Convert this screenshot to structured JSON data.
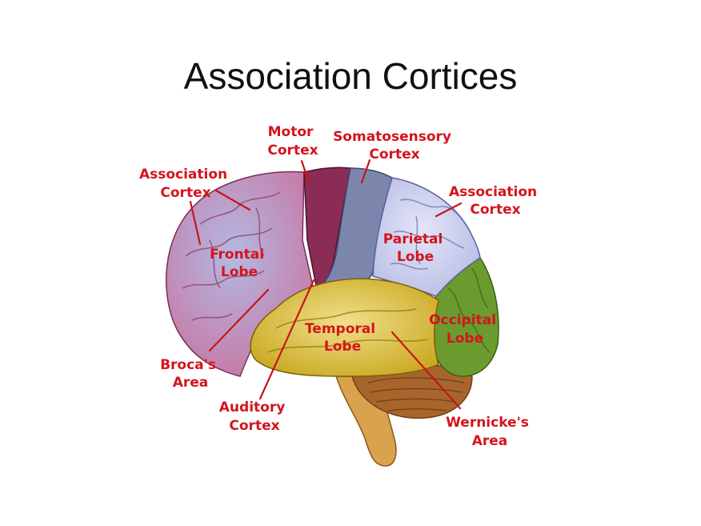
{
  "slide": {
    "title": "Association Cortices"
  },
  "colors": {
    "label": "#d4141c",
    "leader": "#c8141c",
    "frontal": "#c8739f",
    "motor": "#8a2c56",
    "somatosensory": "#7c86ad",
    "parietal": "#b3b9e3",
    "occipital": "#6b9a2e",
    "temporal": "#c7a216",
    "cerebellum": "#a7652c",
    "brainstem": "#d9a24d"
  },
  "labels": {
    "motor": [
      "Motor",
      "Cortex"
    ],
    "somatosensory": [
      "Somatosensory",
      "Cortex"
    ],
    "association_left": [
      "Association",
      "Cortex"
    ],
    "association_right": [
      "Association",
      "Cortex"
    ],
    "frontal": [
      "Frontal",
      "Lobe"
    ],
    "parietal": [
      "Parietal",
      "Lobe"
    ],
    "occipital": [
      "Occipital",
      "Lobe"
    ],
    "temporal": [
      "Temporal",
      "Lobe"
    ],
    "broca": [
      "Broca's",
      "Area"
    ],
    "auditory": [
      "Auditory",
      "Cortex"
    ],
    "wernicke": [
      "Wernicke's",
      "Area"
    ]
  }
}
